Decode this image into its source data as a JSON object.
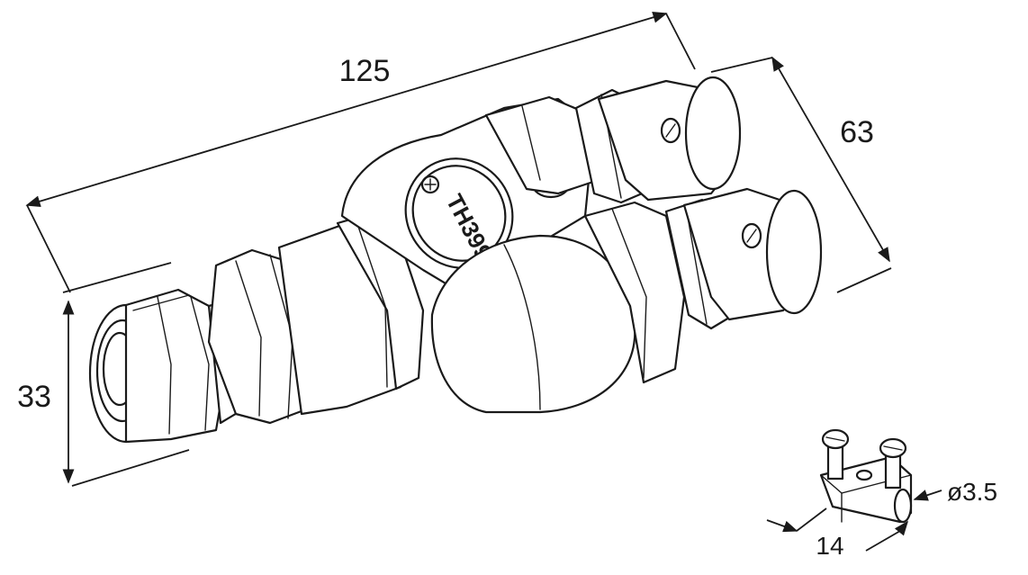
{
  "dimensions": {
    "length": "125",
    "height": "63",
    "diameter_cable": "33",
    "terminal_width": "14",
    "terminal_diameter": "ø3.5"
  },
  "product_label": "TH399",
  "colors": {
    "line": "#1a1a1a",
    "background": "#ffffff"
  },
  "icons": [
    "logo-icon",
    "screw-icon"
  ]
}
